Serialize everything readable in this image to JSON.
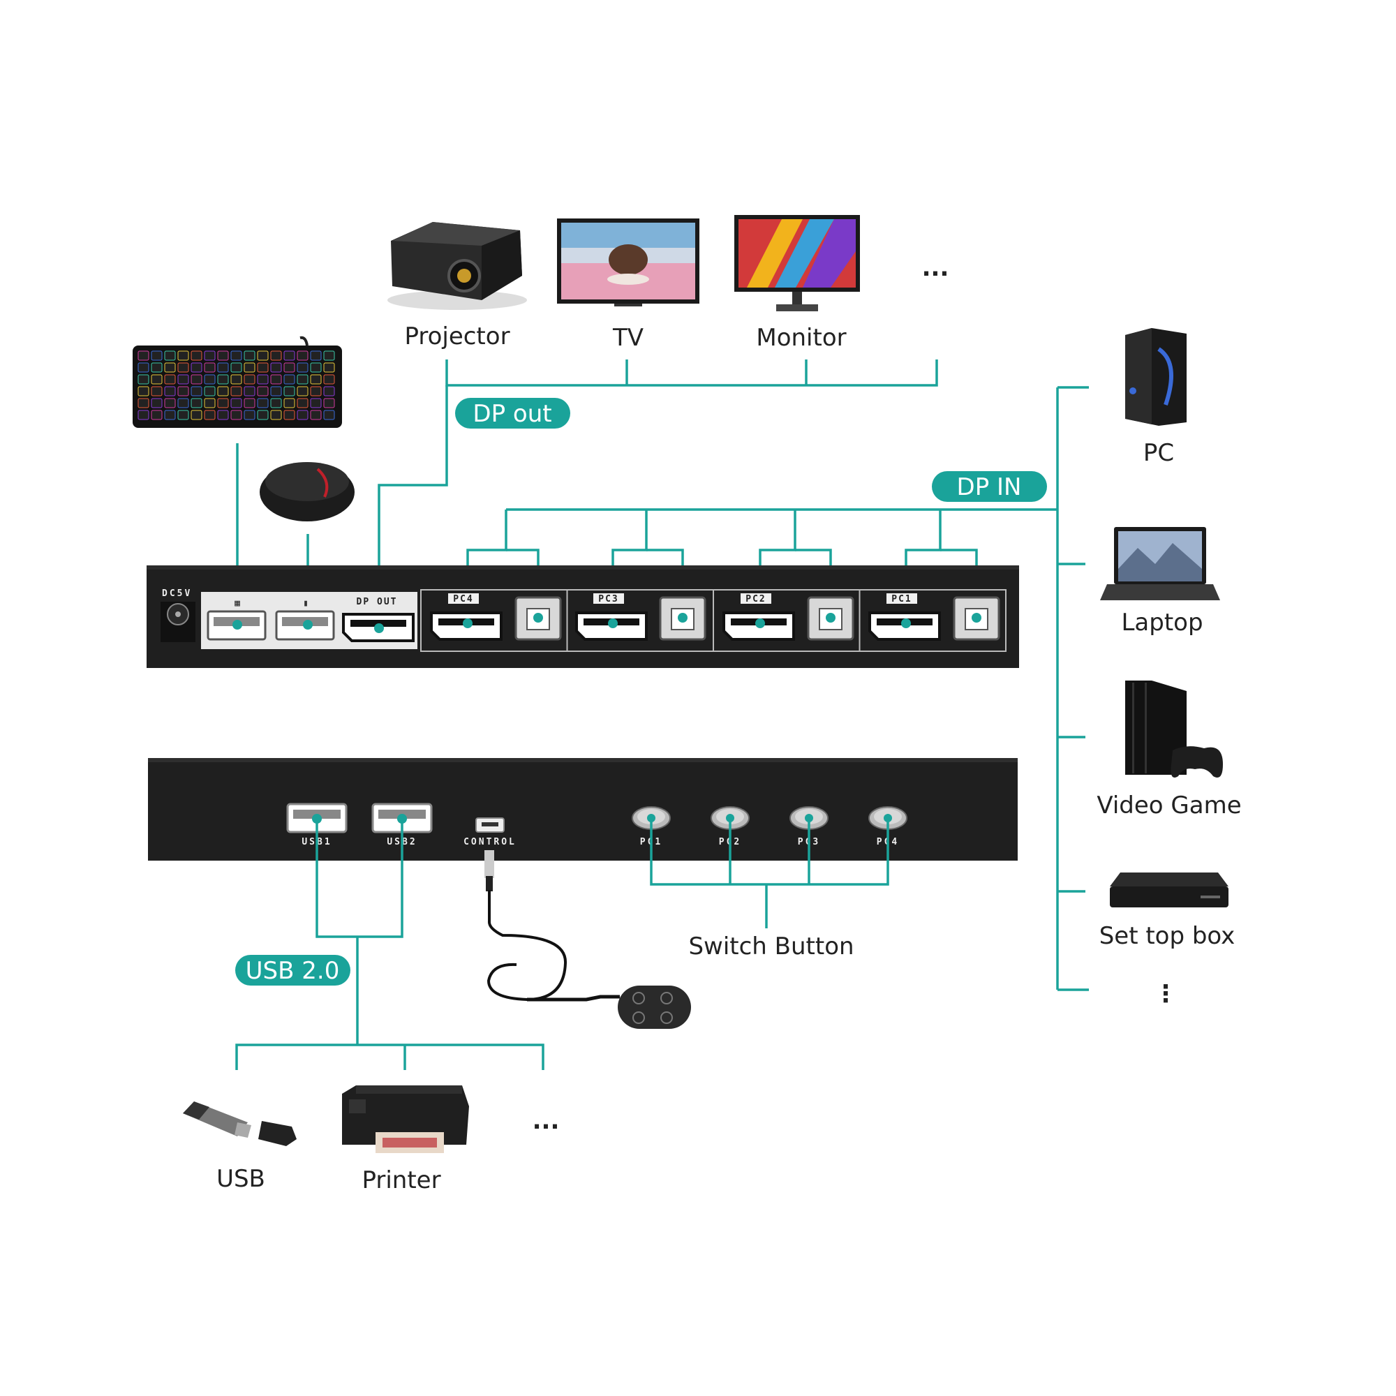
{
  "colors": {
    "accent": "#1aa39a",
    "device": "#1f1f1f",
    "panel": "#e9e9e9"
  },
  "outputs": {
    "pill": "DP out",
    "devices": [
      {
        "name": "Projector",
        "icon": "projector-icon"
      },
      {
        "name": "TV",
        "icon": "tv-icon"
      },
      {
        "name": "Monitor",
        "icon": "monitor-icon"
      }
    ],
    "more": "..."
  },
  "inputs": {
    "pill": "DP IN",
    "devices": [
      {
        "name": "PC",
        "icon": "pc-tower-icon"
      },
      {
        "name": "Laptop",
        "icon": "laptop-icon"
      },
      {
        "name": "Video Game",
        "icon": "game-console-icon"
      },
      {
        "name": "Set top box",
        "icon": "set-top-box-icon"
      }
    ],
    "more": "⋮"
  },
  "peripherals": {
    "keyboard_icon": "keyboard-icon",
    "mouse_icon": "mouse-icon"
  },
  "back_panel": {
    "power_label": "DC5V",
    "dp_out_label": "DP OUT",
    "pc_ports": [
      "PC4",
      "PC3",
      "PC2",
      "PC1"
    ]
  },
  "front_panel": {
    "usb_ports": [
      "USB1",
      "USB2"
    ],
    "control_label": "CONTROL",
    "switch_buttons": [
      "PC1",
      "PC2",
      "PC3",
      "PC4"
    ],
    "switch_label": "Switch Button",
    "remote_icon": "wired-remote-icon"
  },
  "usb": {
    "pill": "USB 2.0",
    "devices": [
      {
        "name": "USB",
        "icon": "usb-drive-icon"
      },
      {
        "name": "Printer",
        "icon": "printer-icon"
      }
    ],
    "more": "..."
  }
}
